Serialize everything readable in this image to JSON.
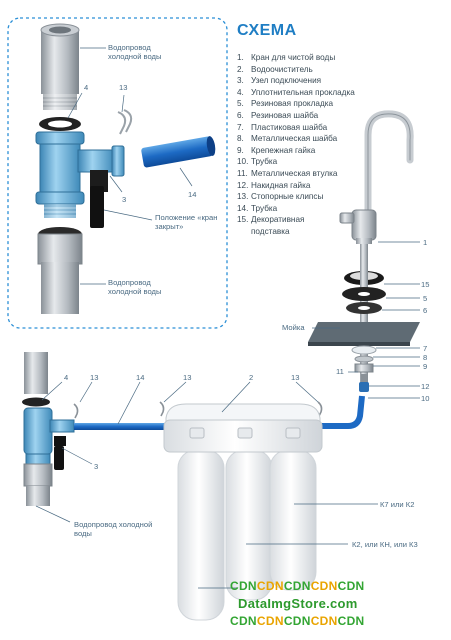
{
  "title": "СХЕМА",
  "legend": [
    {
      "num": "1.",
      "text": "Кран для чистой воды"
    },
    {
      "num": "2.",
      "text": "Водоочиститель"
    },
    {
      "num": "3.",
      "text": "Узел подключения"
    },
    {
      "num": "4.",
      "text": "Уплотнительная прокладка"
    },
    {
      "num": "5.",
      "text": "Резиновая прокладка"
    },
    {
      "num": "6.",
      "text": "Резиновая шайба"
    },
    {
      "num": "7.",
      "text": "Пластиковая шайба"
    },
    {
      "num": "8.",
      "text": "Металлическая шайба"
    },
    {
      "num": "9.",
      "text": "Крепежная гайка"
    },
    {
      "num": "10.",
      "text": "Трубка"
    },
    {
      "num": "11.",
      "text": "Металлическая втулка"
    },
    {
      "num": "12.",
      "text": "Накидная гайка"
    },
    {
      "num": "13.",
      "text": "Стопорные клипсы"
    },
    {
      "num": "14.",
      "text": "Трубка"
    },
    {
      "num": "15.",
      "text": "Декоративная подставка"
    }
  ],
  "labels": {
    "cold_pipe_top": "Водопровод холодной воды",
    "cold_pipe_mid": "Водопровод холодной воды",
    "cold_pipe_bottom": "Водопровод холодной воды",
    "valve_position": "Положение «кран закрыт»",
    "sink": "Мойка",
    "k7_k2": "К7 или К2",
    "k2_kn_k3": "К2, или КН, или К3",
    "callouts": {
      "top_4": "4",
      "top_13": "13",
      "top_3": "3",
      "top_14": "14",
      "tap_1": "1",
      "tap_15": "15",
      "tap_5": "5",
      "tap_6": "6",
      "tap_7": "7",
      "tap_8": "8",
      "tap_9": "9",
      "tap_11": "11",
      "tap_12": "12",
      "tap_10": "10",
      "bot_4": "4",
      "bot_13a": "13",
      "bot_14": "14",
      "bot_13b": "13",
      "bot_2": "2",
      "bot_13c": "13",
      "bot_3": "3"
    }
  },
  "watermark": {
    "line1": [
      "CDN",
      "CDN",
      "CDN",
      "CDN",
      "CDN"
    ],
    "line2": "DataImgStore.com",
    "line3": [
      "CDN",
      "CDN",
      "CDN",
      "CDN",
      "CDN"
    ]
  },
  "colors": {
    "frame_blue": "#2b8fd6",
    "pipe_blue": "#1f6fc8",
    "fitting_blue": "#6fb7e0",
    "steel": "#b9bec3",
    "label_text": "#4a6a82",
    "title_blue": "#1f7ec4"
  }
}
